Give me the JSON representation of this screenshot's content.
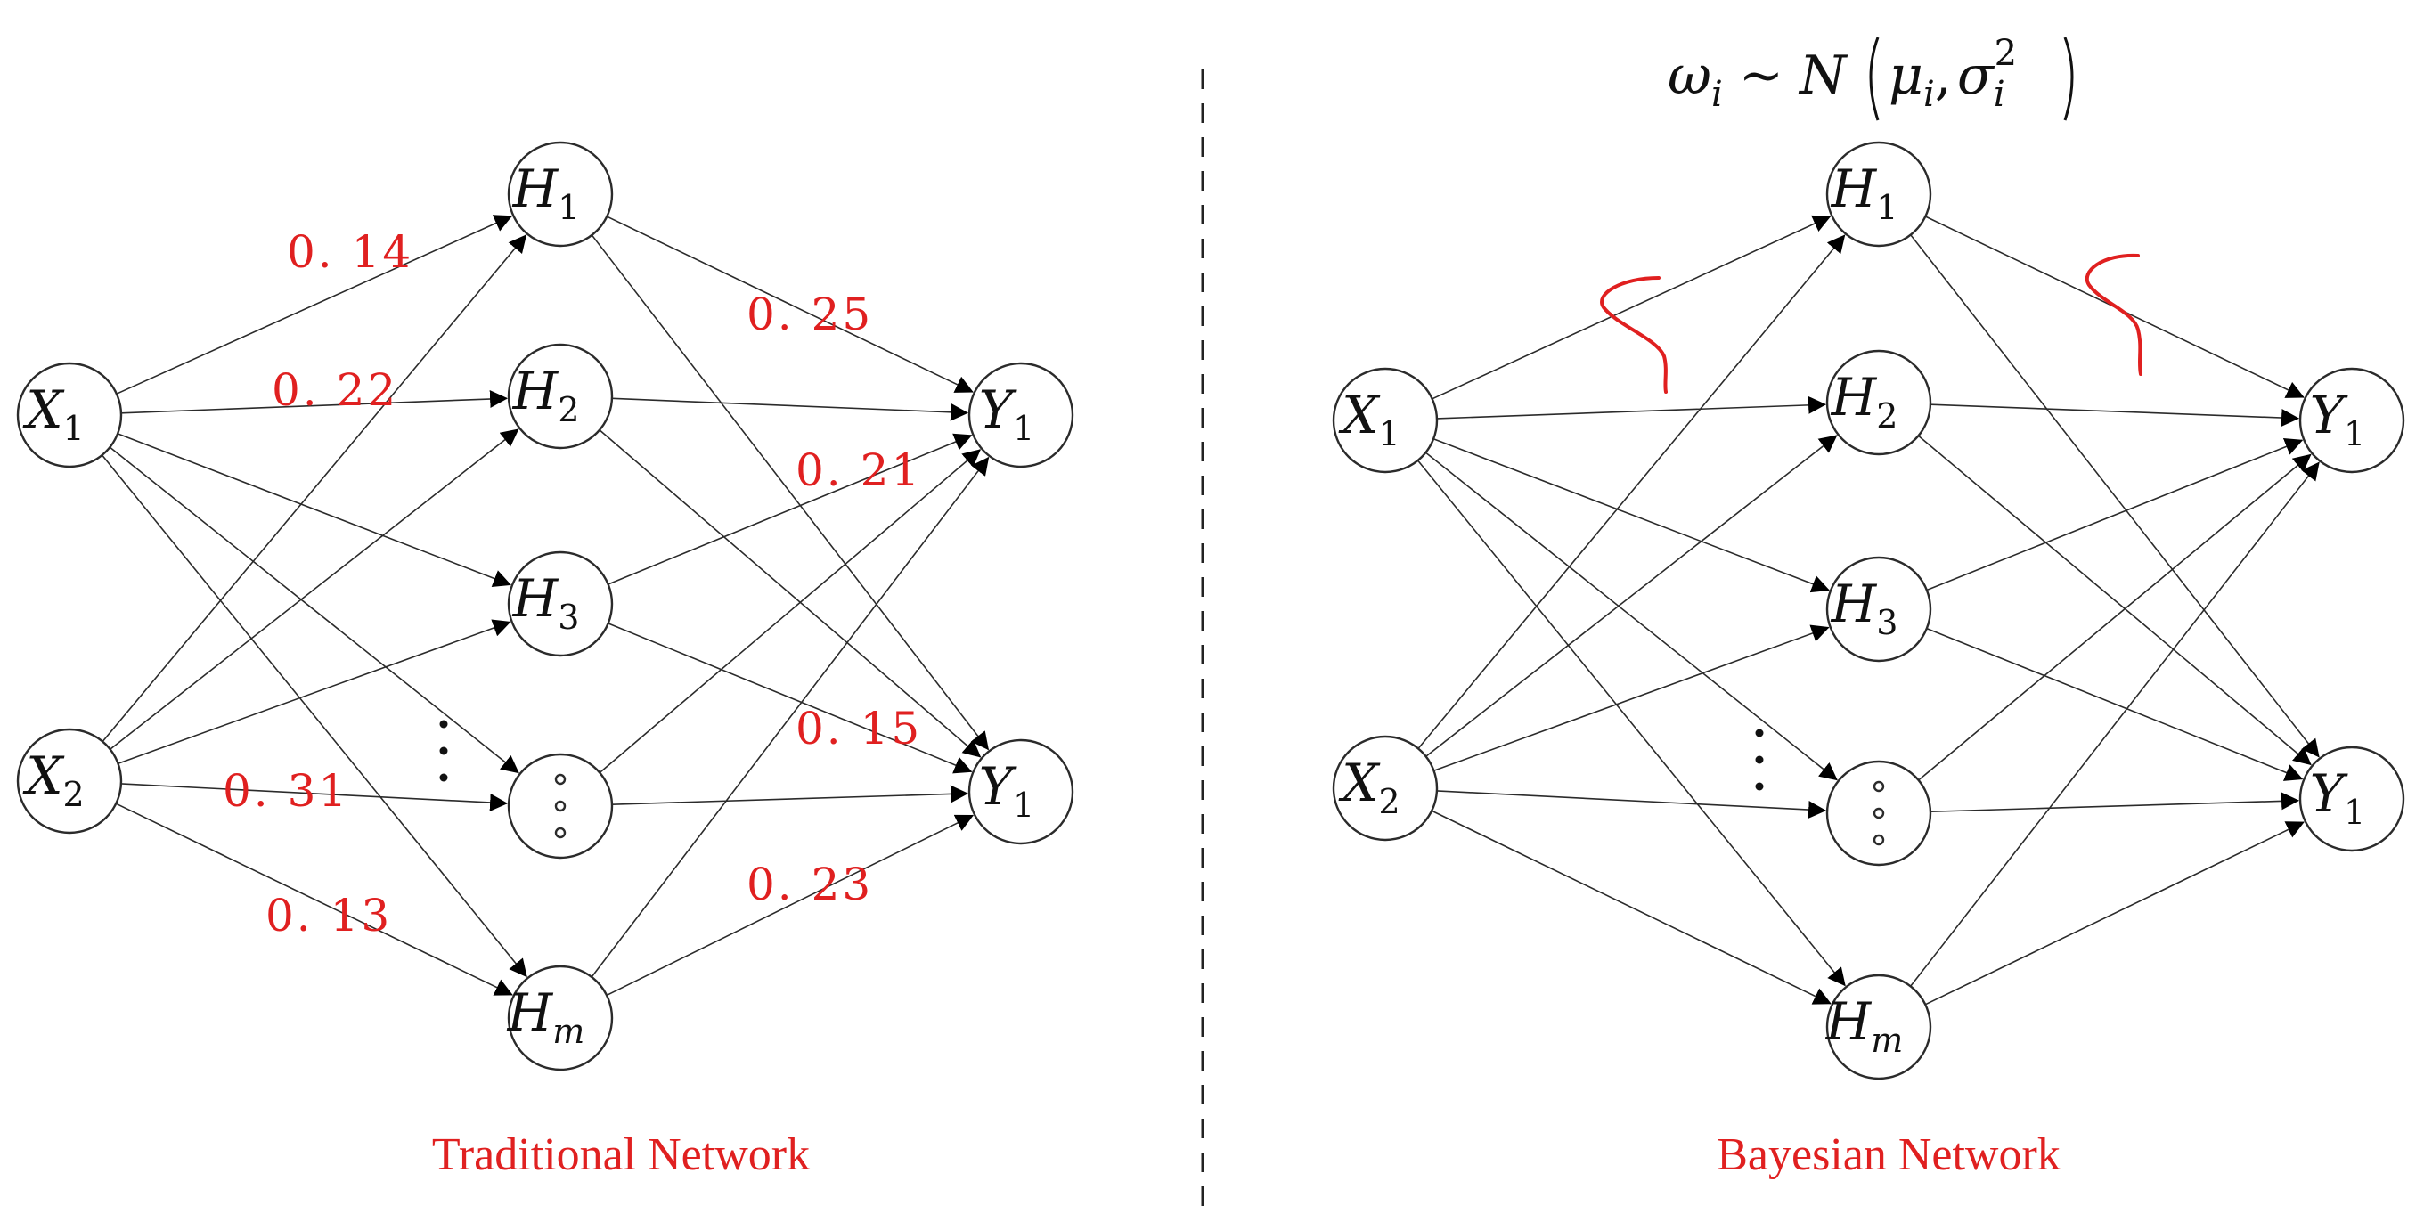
{
  "panels": [
    {
      "id": "traditional",
      "caption": "Traditional Network",
      "nodes": [
        {
          "id": "X1",
          "base": "X",
          "sub": "1"
        },
        {
          "id": "X2",
          "base": "X",
          "sub": "2"
        },
        {
          "id": "H1",
          "base": "H",
          "sub": "1"
        },
        {
          "id": "H2",
          "base": "H",
          "sub": "2"
        },
        {
          "id": "H3",
          "base": "H",
          "sub": "3"
        },
        {
          "id": "Hd",
          "base": "⋮",
          "sub": ""
        },
        {
          "id": "Hm",
          "base": "H",
          "sub": "m"
        },
        {
          "id": "Y1a",
          "base": "Y",
          "sub": "1"
        },
        {
          "id": "Y1b",
          "base": "Y",
          "sub": "1"
        }
      ],
      "weights": [
        "0. 14",
        "0. 22",
        "0. 31",
        "0. 13",
        "0. 25",
        "0. 21",
        "0. 15",
        "0. 23"
      ]
    },
    {
      "id": "bayesian",
      "caption": "Bayesian Network",
      "formula": "ωi ~ N(μi, σi²)",
      "nodes": [
        {
          "id": "X1",
          "base": "X",
          "sub": "1"
        },
        {
          "id": "X2",
          "base": "X",
          "sub": "2"
        },
        {
          "id": "H1",
          "base": "H",
          "sub": "1"
        },
        {
          "id": "H2",
          "base": "H",
          "sub": "2"
        },
        {
          "id": "H3",
          "base": "H",
          "sub": "3"
        },
        {
          "id": "Hd",
          "base": "⋮",
          "sub": ""
        },
        {
          "id": "Hm",
          "base": "H",
          "sub": "m"
        },
        {
          "id": "Y1a",
          "base": "Y",
          "sub": "1"
        },
        {
          "id": "Y1b",
          "base": "Y",
          "sub": "1"
        }
      ]
    }
  ],
  "colors": {
    "accent": "#e02020",
    "line": "#2b2b2b"
  }
}
